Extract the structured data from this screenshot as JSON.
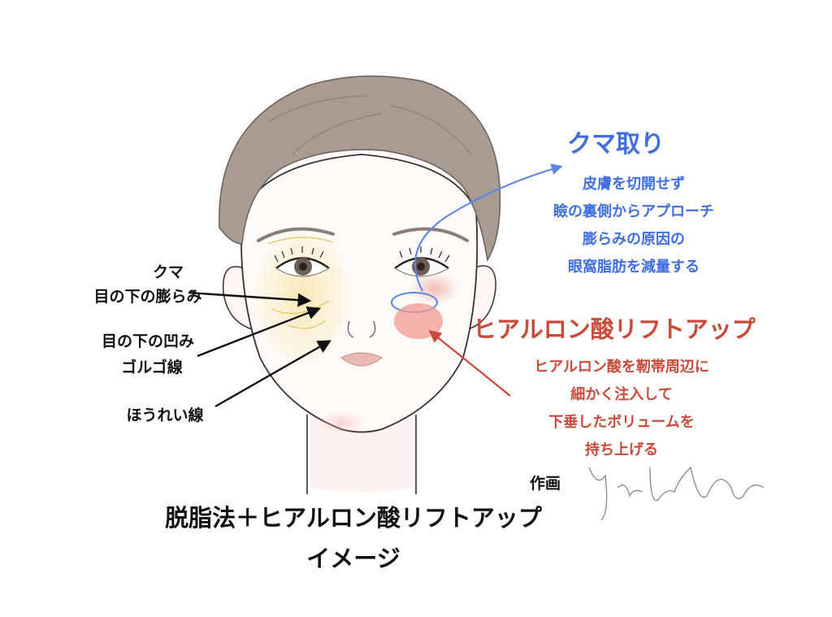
{
  "left_labels": {
    "kuma": "クマ",
    "eye_bulge": "目の下の膨らみ",
    "eye_hollow": "目の下の凹み",
    "golgo": "ゴルゴ線",
    "nasolabial": "ほうれい線"
  },
  "kuma_section": {
    "title": "クマ取り",
    "lines": [
      "皮膚を切開せず",
      "瞼の裏側からアプローチ",
      "膨らみの原因の",
      "眼窩脂肪を減量する"
    ],
    "color": "#3f6ee0"
  },
  "filler_section": {
    "title": "ヒアルロン酸リフトアップ",
    "lines": [
      "ヒアルロン酸を靭帯周辺に",
      "細かく注入して",
      "下垂したボリュームを",
      "持ち上げる"
    ],
    "color": "#c94a3a"
  },
  "credit": {
    "label": "作画",
    "signature": "Yutaka Otani"
  },
  "caption": {
    "line1": "脱脂法＋ヒアルロン酸リフトアップ",
    "line2": "イメージ"
  }
}
